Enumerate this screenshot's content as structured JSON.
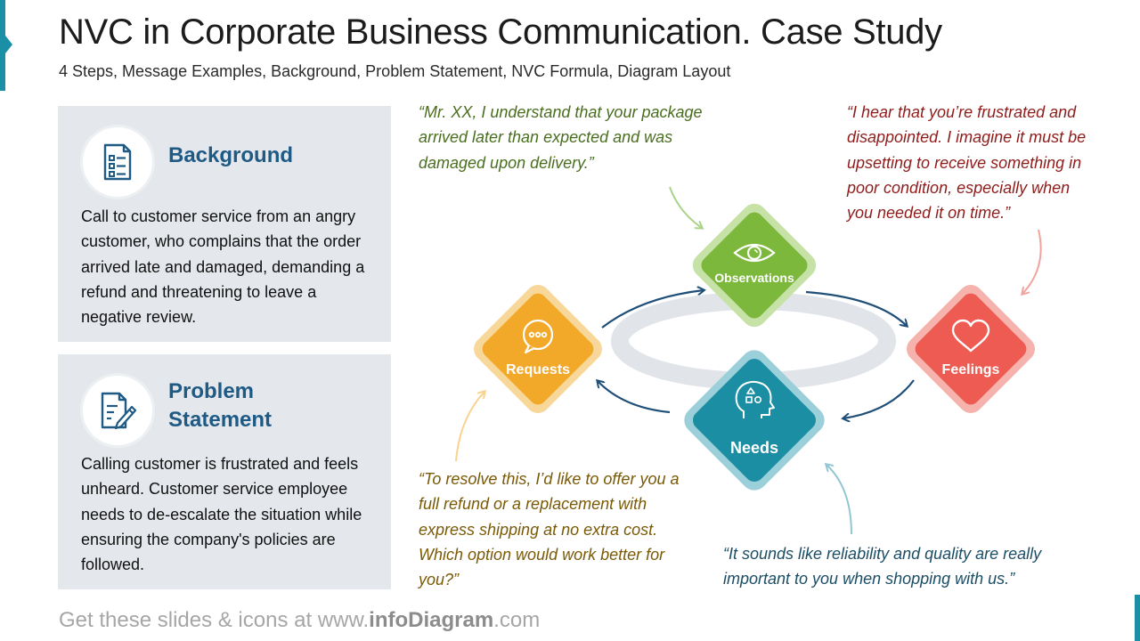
{
  "header": {
    "title": "NVC in Corporate Business Communication. Case Study",
    "subtitle": "4 Steps, Message Examples, Background, Problem Statement, NVC Formula, Diagram Layout"
  },
  "background_card": {
    "icon": "document-list-icon",
    "heading": "Background",
    "text": "Call to customer service from an angry customer, who complains that the order arrived late and damaged, demanding a refund and threatening to leave a negative review."
  },
  "problem_card": {
    "icon": "document-pen-icon",
    "heading_line1": "Problem",
    "heading_line2": "Statement",
    "text": "Calling customer is frustrated and feels unheard. Customer service employee needs to de-escalate the situation while ensuring the company's policies are followed."
  },
  "steps": {
    "observations": {
      "label": "Observations",
      "icon": "eye-icon",
      "color": "#7cb83c",
      "ring": "#c7e2a6"
    },
    "feelings": {
      "label": "Feelings",
      "icon": "heart-icon",
      "color": "#ee5b52",
      "ring": "#f6b2ac"
    },
    "needs": {
      "label": "Needs",
      "icon": "head-shapes-icon",
      "color": "#1b8ea3",
      "ring": "#9bcfd9"
    },
    "requests": {
      "label": "Requests",
      "icon": "speech-bubble-icon",
      "color": "#f2a92a",
      "ring": "#f8d89a"
    }
  },
  "quotes": {
    "observations": "“Mr. XX, I understand that your package arrived later than expected and was damaged upon delivery.”",
    "feelings": "“I hear that you’re frustrated and disappointed. I imagine it must be upsetting to receive something in poor condition, especially when you needed it on time.”",
    "requests": "“To resolve this, I’d like to offer you a full refund or a replacement with express shipping at no extra cost. Which option would work better for you?”",
    "needs": "“It sounds like reliability and quality are really important to you when shopping with us.”"
  },
  "footer": {
    "prefix": "Get these slides & icons at www.",
    "brand": "infoDiagram",
    "suffix": ".com"
  },
  "colors": {
    "accent": "#1a8fa6",
    "heading_blue": "#1f5a85",
    "arrow_blue": "#1f4f78",
    "card_bg": "#e4e7ec"
  }
}
